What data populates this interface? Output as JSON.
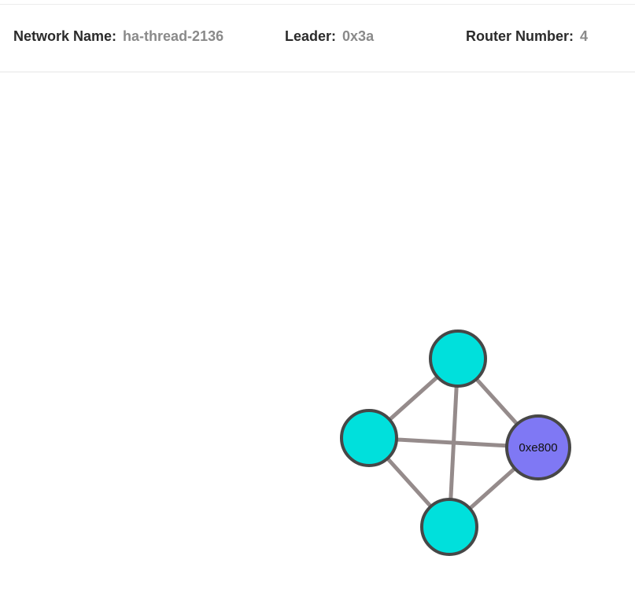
{
  "header": {
    "network_name_label": "Network Name:",
    "network_name_value": "ha-thread-2136",
    "leader_label": "Leader:",
    "leader_value": "0x3a",
    "router_number_label": "Router Number:",
    "router_number_value": "4"
  },
  "topology": {
    "colors": {
      "router": "#00e0dc",
      "selected_router": "#7f78f4",
      "link": "#958b8b",
      "node_border": "#474747"
    },
    "nodes": [
      {
        "id": "top",
        "label": "",
        "type": "router"
      },
      {
        "id": "left",
        "label": "",
        "type": "router"
      },
      {
        "id": "right",
        "label": "0xe800",
        "type": "selected_router"
      },
      {
        "id": "bottom",
        "label": "",
        "type": "router"
      }
    ],
    "links": [
      {
        "from": "top",
        "to": "left"
      },
      {
        "from": "top",
        "to": "right"
      },
      {
        "from": "top",
        "to": "bottom"
      },
      {
        "from": "left",
        "to": "right"
      },
      {
        "from": "left",
        "to": "bottom"
      },
      {
        "from": "right",
        "to": "bottom"
      }
    ]
  }
}
